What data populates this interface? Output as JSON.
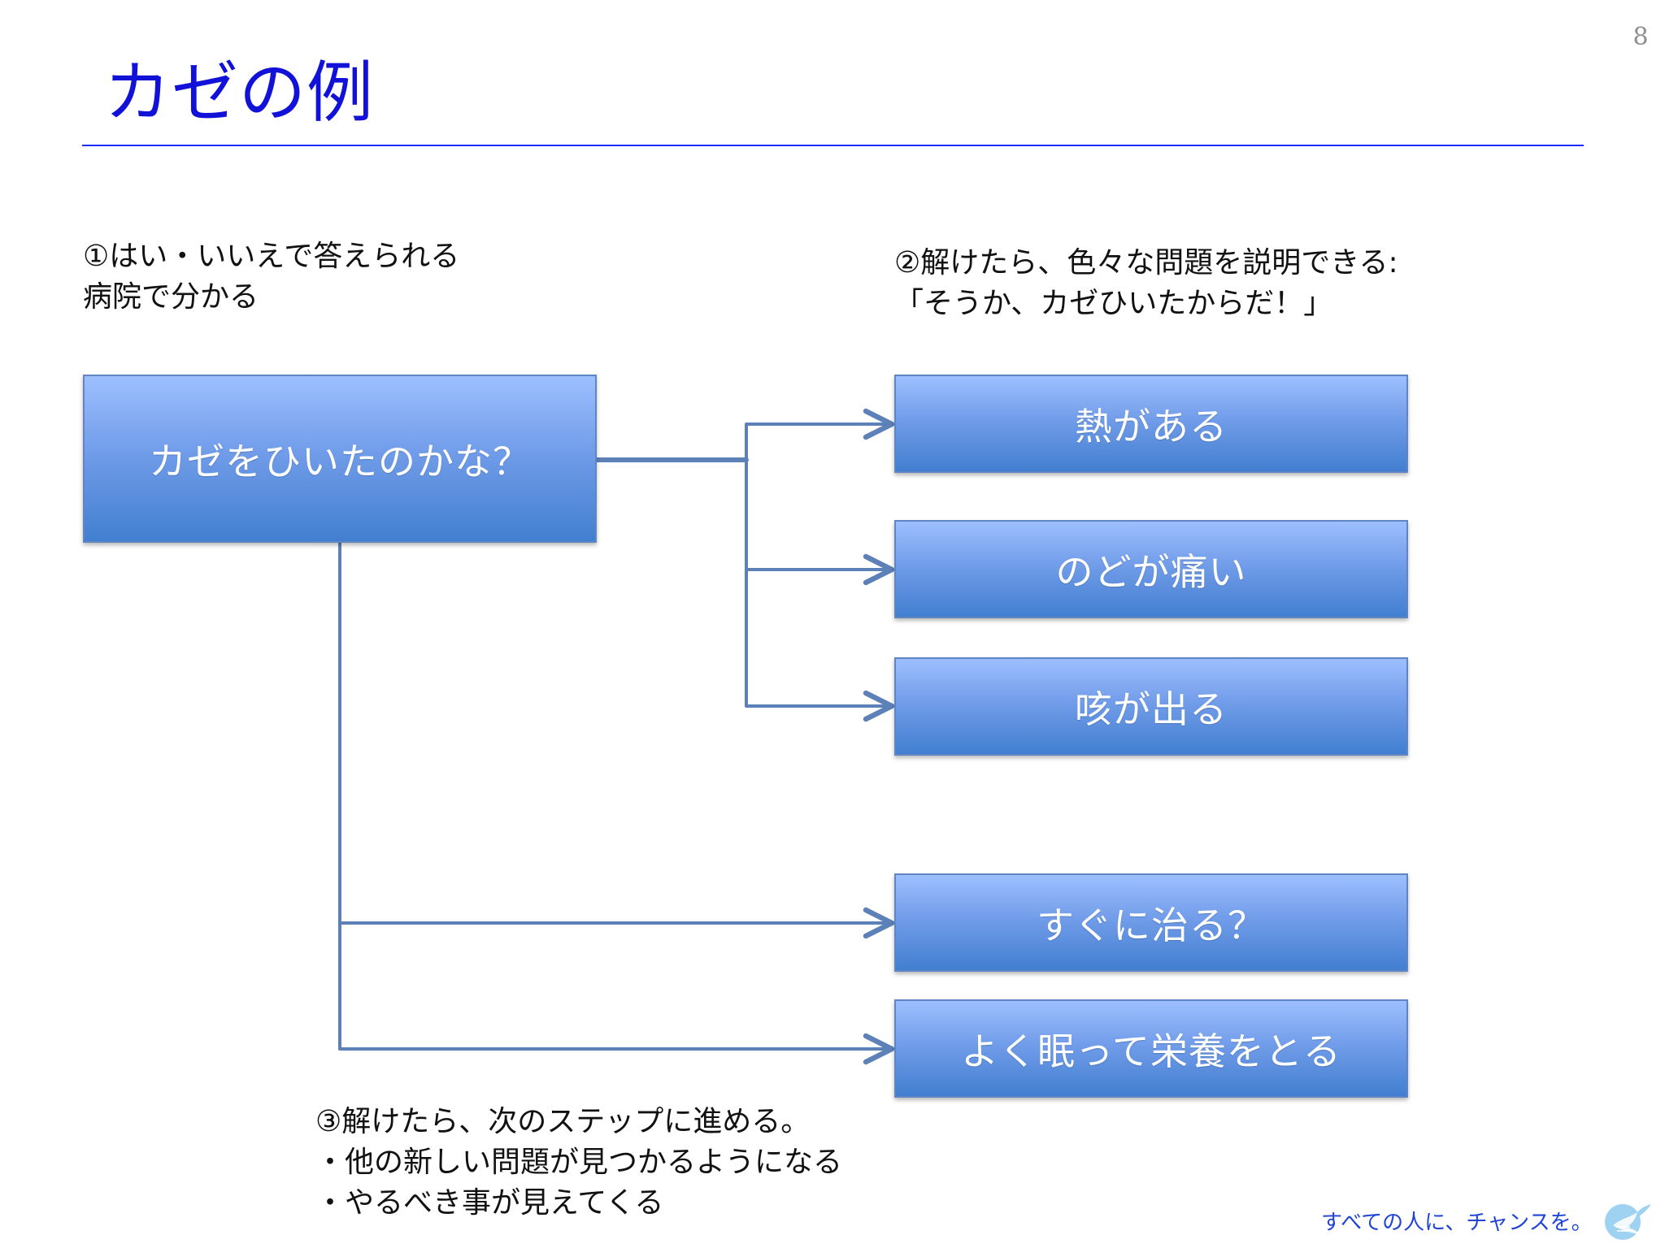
{
  "slide": {
    "page_number": "8",
    "title": "カゼの例"
  },
  "notes": {
    "note_1": [
      "①はい・いいえで答えられる",
      "病院で分かる"
    ],
    "note_2": [
      "②解けたら、色々な問題を説明できる:",
      "「そうか、カゼひいたからだ！」"
    ],
    "note_3": [
      "③解けたら、次のステップに進める。",
      "・他の新しい問題が見つかるようになる",
      "・やるべき事が見えてくる"
    ]
  },
  "diagram": {
    "root": "カゼをひいたのかな？",
    "branches": [
      "熱がある",
      "のどが痛い",
      "咳が出る",
      "すぐに治る？",
      "よく眠って栄養をとる"
    ]
  },
  "footer": {
    "tagline": "すべての人に、チャンスを。"
  },
  "colors": {
    "title": "#1111d8",
    "rule": "#1f2cff",
    "box_top": "#9dbfff",
    "box_mid": "#6f9be8",
    "box_bottom": "#427fd0",
    "connector": "#5c80b8",
    "tagline": "#1f43d6"
  },
  "icons": {
    "logo": "dove-logo-icon"
  }
}
